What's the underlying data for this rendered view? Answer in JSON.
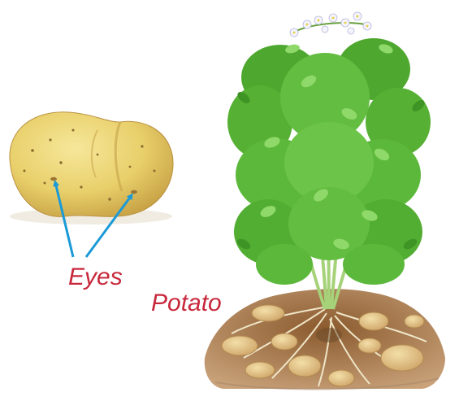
{
  "labels": {
    "eyes": "Eyes",
    "potato": "Potato"
  },
  "colors": {
    "label_red": "#c8283c",
    "arrow_blue": "#1a9ad6",
    "tuber_skin": "#e8cf6a",
    "leaf_green": "#5cb83a",
    "soil_brown": "#9a6a3a",
    "flower_white": "#f4f4ff"
  },
  "icons": {
    "tuber": "potato-tuber-icon",
    "plant": "potato-plant-illustration"
  }
}
